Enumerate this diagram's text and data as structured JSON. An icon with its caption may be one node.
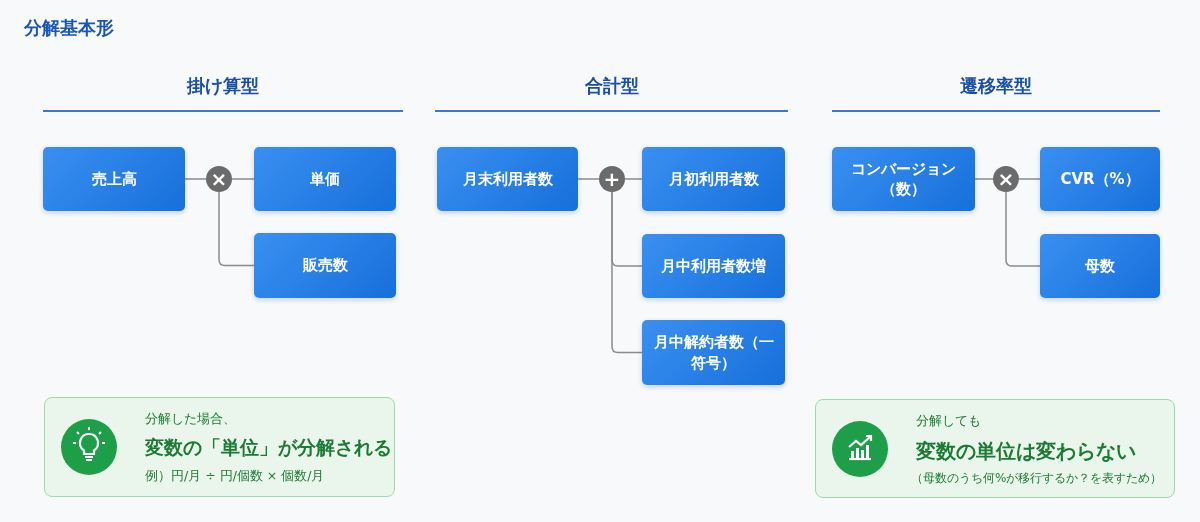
{
  "diagram": {
    "title": "分解基本形",
    "nodes": [
      {
        "text": [
          "売上高"
        ]
      },
      {
        "text": [
          "×"
        ]
      },
      {
        "text": [
          "単価"
        ]
      },
      {
        "text": [
          "販売数"
        ]
      },
      {
        "text": [
          "月末利用者数"
        ]
      },
      {
        "text": [
          "+"
        ]
      },
      {
        "text": [
          "月初利用者数"
        ]
      },
      {
        "text": [
          "月中利用者数増"
        ]
      },
      {
        "text": [
          "月中解約者数（一符号）"
        ]
      },
      {
        "text": [
          "コンバージョン（数）"
        ]
      },
      {
        "text": [
          "×"
        ]
      },
      {
        "text": [
          "CVR（%）"
        ]
      },
      {
        "text": [
          "母数"
        ]
      },
      {
        "text": [
          "分解した場合、",
          "**変数の「単位」が分解**される",
          "例）円/月 ÷ 円/個数 × 個数/月"
        ]
      },
      {
        "text": [
          "分解しても",
          "変数の単位は変わらない",
          "（母数のうち何%が移行するか？を表すため）"
        ]
      }
    ],
    "edges": [
      {
        "from": 0,
        "to": 1,
        "arrow": "none"
      },
      {
        "from": 1,
        "to": 2,
        "arrow": "none"
      },
      {
        "from": 1,
        "to": 3,
        "arrow": "none"
      },
      {
        "from": 4,
        "to": 5,
        "arrow": "none"
      },
      {
        "from": 5,
        "to": 6,
        "arrow": "none"
      },
      {
        "from": 5,
        "to": 7,
        "arrow": "none"
      },
      {
        "from": 5,
        "to": 8,
        "arrow": "none"
      },
      {
        "from": 9,
        "to": 10,
        "arrow": "none"
      },
      {
        "from": 10,
        "to": 11,
        "arrow": "none"
      },
      {
        "from": 10,
        "to": 12,
        "arrow": "none"
      }
    ],
    "labels": [
      "掛け算型",
      "合計型",
      "遷移率型"
    ]
  }
}
